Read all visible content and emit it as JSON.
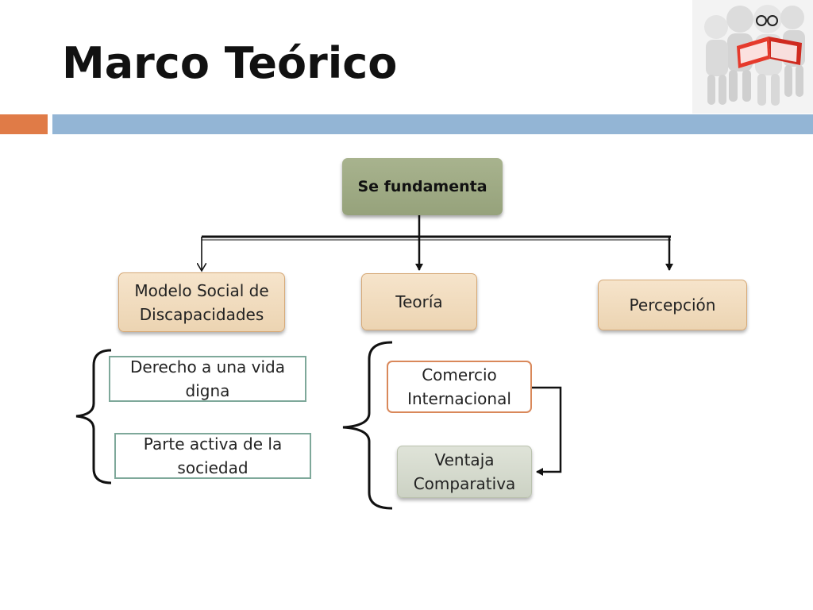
{
  "slide": {
    "title": "Marco Teórico"
  },
  "diagram": {
    "root": "Se fundamenta",
    "branches": {
      "modelo": "Modelo Social de Discapacidades",
      "teoria": "Teoría",
      "percepcion": "Percepción"
    },
    "modelo_items": [
      "Derecho a una vida digna",
      "Parte activa de la sociedad"
    ],
    "teoria_items": [
      "Comercio Internacional",
      "Ventaja Comparativa"
    ]
  },
  "colors": {
    "accent_orange": "#e07b47",
    "accent_blue": "#93b5d5",
    "root_box": "#a8b38e",
    "branch_box": "#f6e4cb",
    "comercio_border": "#d9885a",
    "ventaja_box": "#dfe3d8"
  },
  "illustration": {
    "icon": "people-reading-book-icon"
  }
}
